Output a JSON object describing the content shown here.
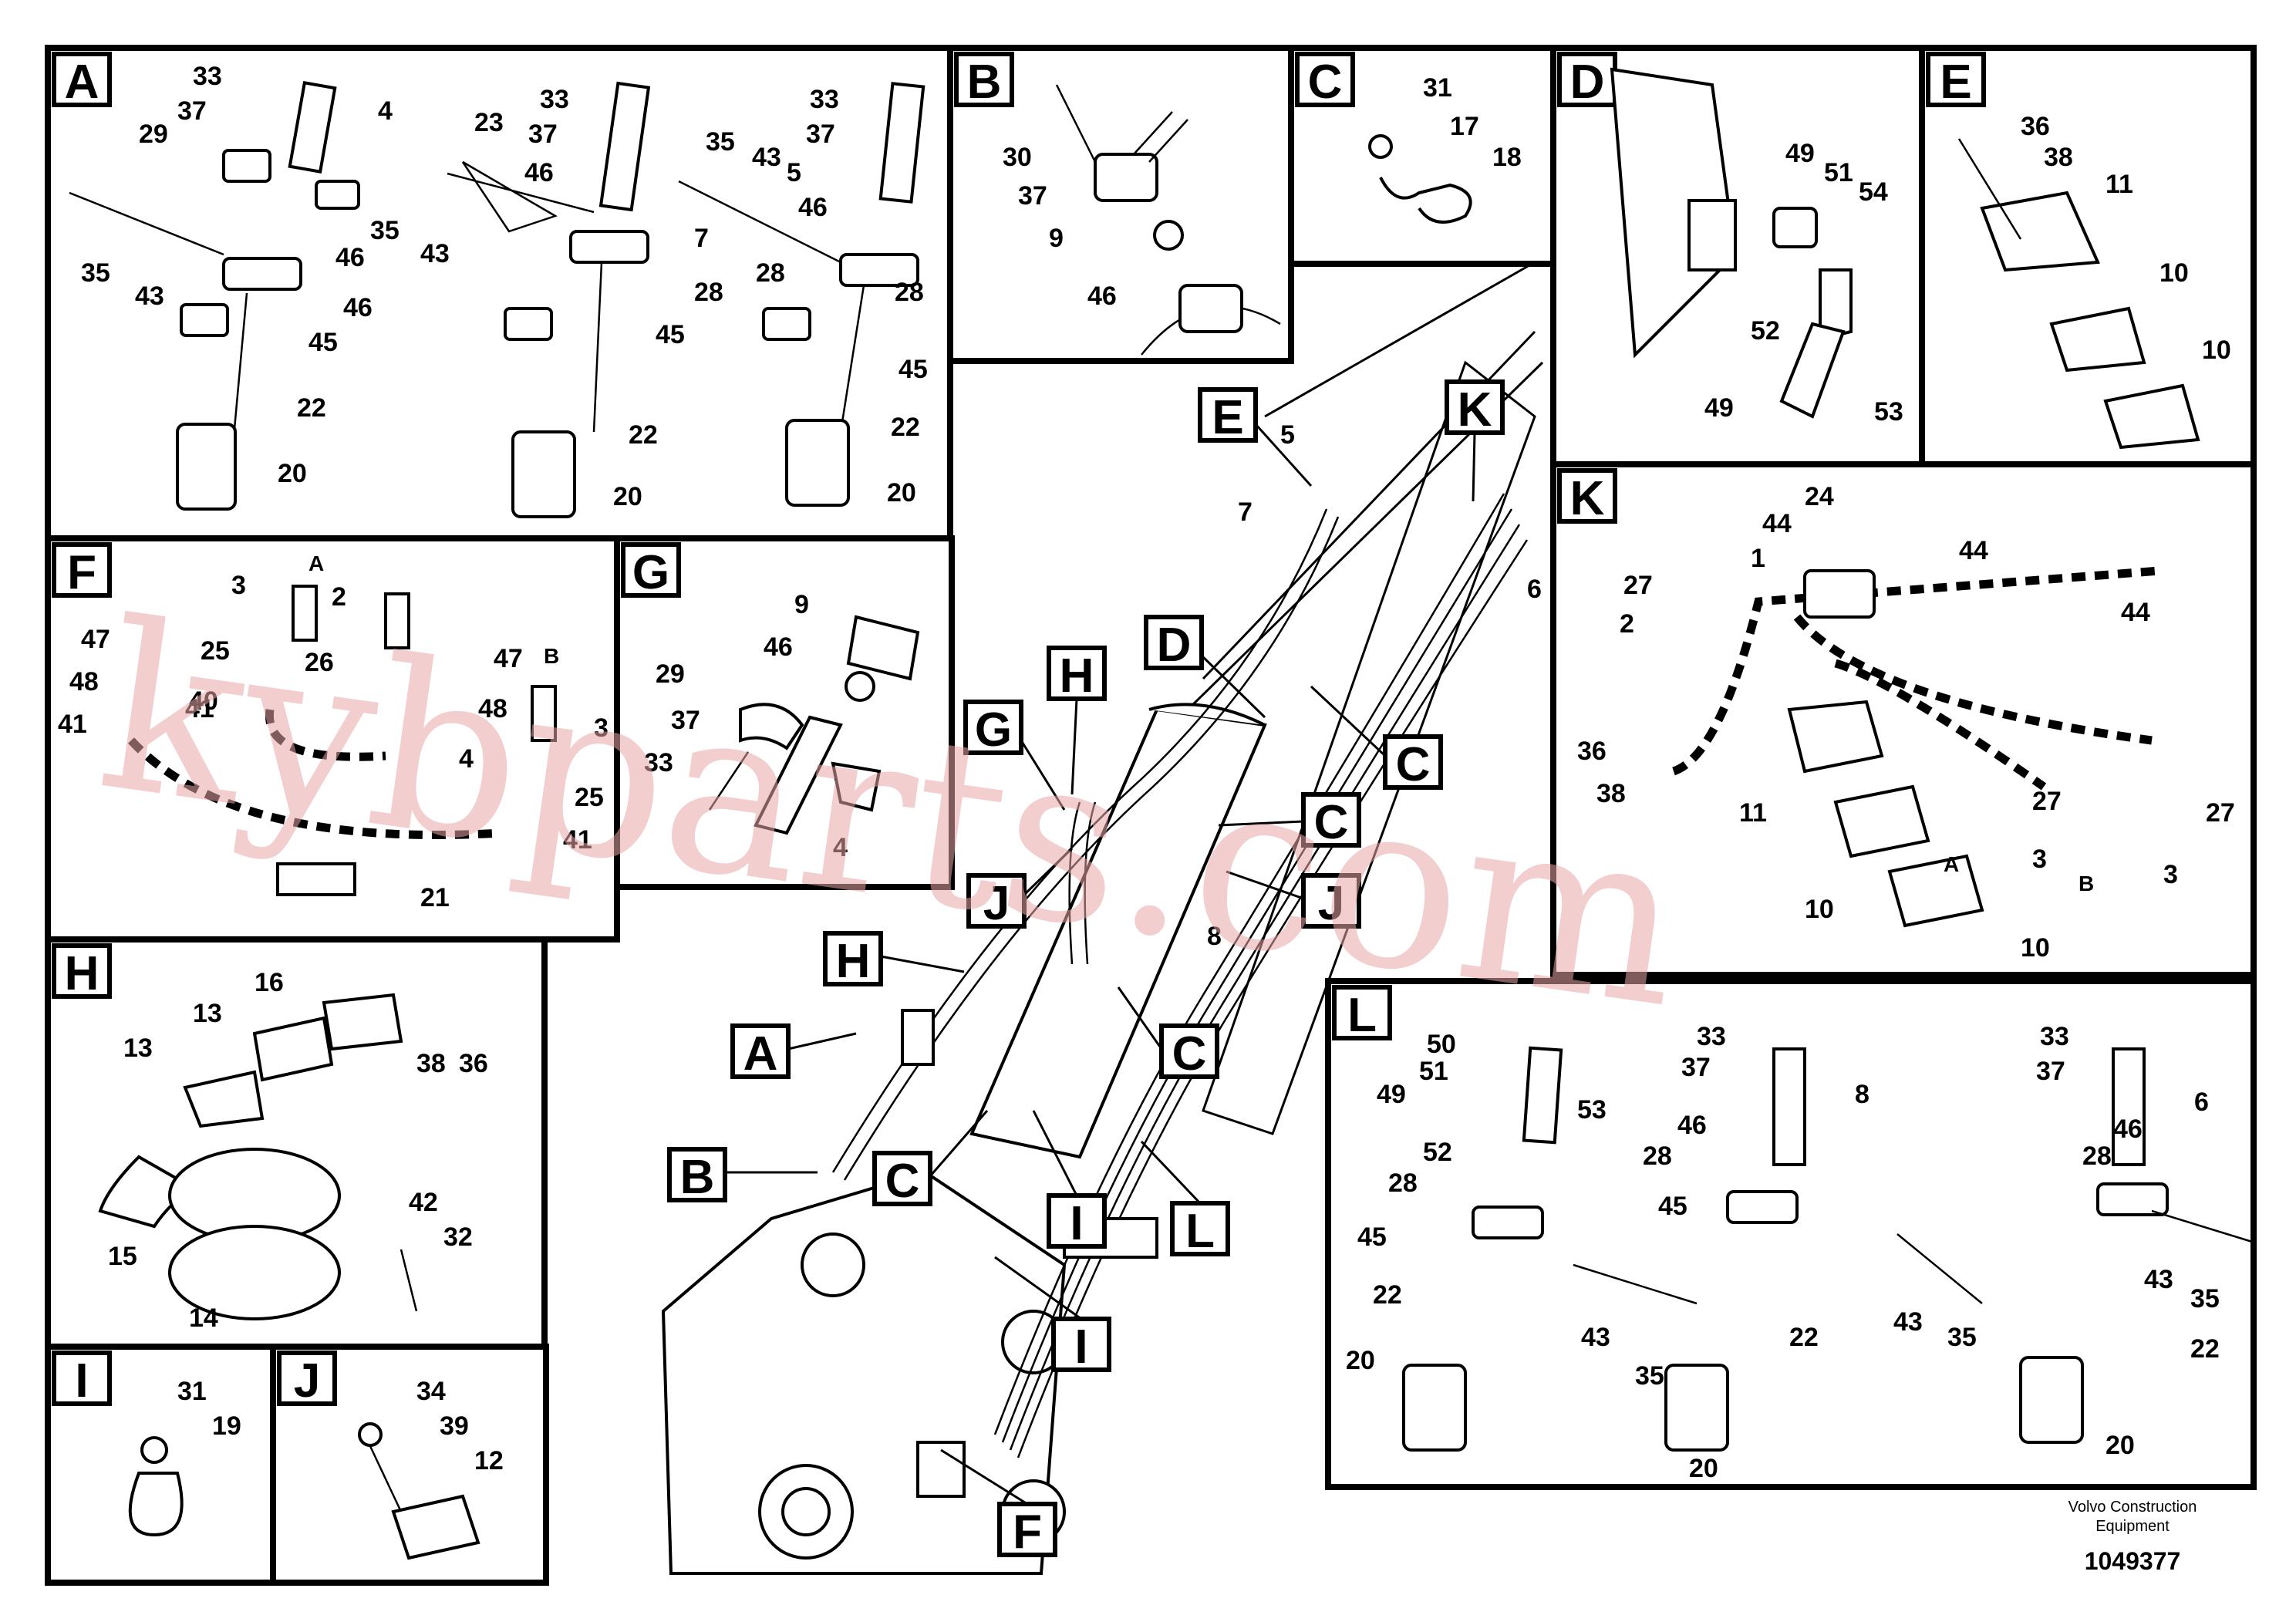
{
  "panels": {
    "A": {
      "tag": "A",
      "callouts": [
        "33",
        "37",
        "29",
        "4",
        "23",
        "33",
        "37",
        "35",
        "43",
        "5",
        "33",
        "37",
        "46",
        "46",
        "35",
        "43",
        "7",
        "46",
        "35",
        "43",
        "28",
        "46",
        "28",
        "28",
        "45",
        "45",
        "45",
        "22",
        "22",
        "22",
        "20",
        "20",
        "20"
      ]
    },
    "B": {
      "tag": "B",
      "callouts": [
        "30",
        "37",
        "9",
        "46"
      ]
    },
    "C": {
      "tag": "C",
      "callouts": [
        "31",
        "17",
        "18"
      ]
    },
    "D": {
      "tag": "D",
      "callouts": [
        "49",
        "51",
        "54",
        "52",
        "49",
        "53"
      ]
    },
    "E": {
      "tag": "E",
      "callouts": [
        "36",
        "38",
        "11",
        "10",
        "10"
      ]
    },
    "F": {
      "tag": "F",
      "callouts": [
        "3",
        "A",
        "2",
        "47",
        "25",
        "26",
        "47",
        "48",
        "41",
        "40",
        "48",
        "B",
        "3",
        "41",
        "4",
        "25",
        "41",
        "21"
      ]
    },
    "G": {
      "tag": "G",
      "callouts": [
        "9",
        "46",
        "29",
        "37",
        "33",
        "4"
      ]
    },
    "H": {
      "tag": "H",
      "callouts": [
        "16",
        "13",
        "13",
        "38",
        "36",
        "42",
        "32",
        "15",
        "14"
      ]
    },
    "I": {
      "tag": "I",
      "callouts": [
        "31",
        "19"
      ]
    },
    "J": {
      "tag": "J",
      "callouts": [
        "34",
        "39",
        "12"
      ]
    },
    "K": {
      "tag": "K",
      "callouts": [
        "24",
        "44",
        "1",
        "44",
        "27",
        "44",
        "2",
        "36",
        "38",
        "11",
        "27",
        "27",
        "A",
        "3",
        "B",
        "3",
        "10",
        "10"
      ]
    },
    "L": {
      "tag": "L",
      "callouts": [
        "50",
        "51",
        "49",
        "53",
        "33",
        "37",
        "8",
        "33",
        "37",
        "6",
        "52",
        "28",
        "46",
        "28",
        "46",
        "45",
        "45",
        "28",
        "22",
        "22",
        "43",
        "35",
        "43",
        "35",
        "43",
        "35",
        "20",
        "20",
        "20",
        "22"
      ]
    }
  },
  "main_view": {
    "tags": [
      "E",
      "K",
      "D",
      "H",
      "G",
      "C",
      "C",
      "J",
      "J",
      "H",
      "A",
      "C",
      "B",
      "C",
      "I",
      "L",
      "I",
      "F"
    ],
    "callouts": [
      "5",
      "7",
      "6",
      "8"
    ]
  },
  "footer": {
    "company_line1": "Volvo Construction",
    "company_line2": "Equipment",
    "doc_number": "1049377"
  },
  "watermark": "kybparts.com",
  "colors": {
    "line": "#000000",
    "background": "#ffffff",
    "watermark": "#e7a5a5"
  }
}
